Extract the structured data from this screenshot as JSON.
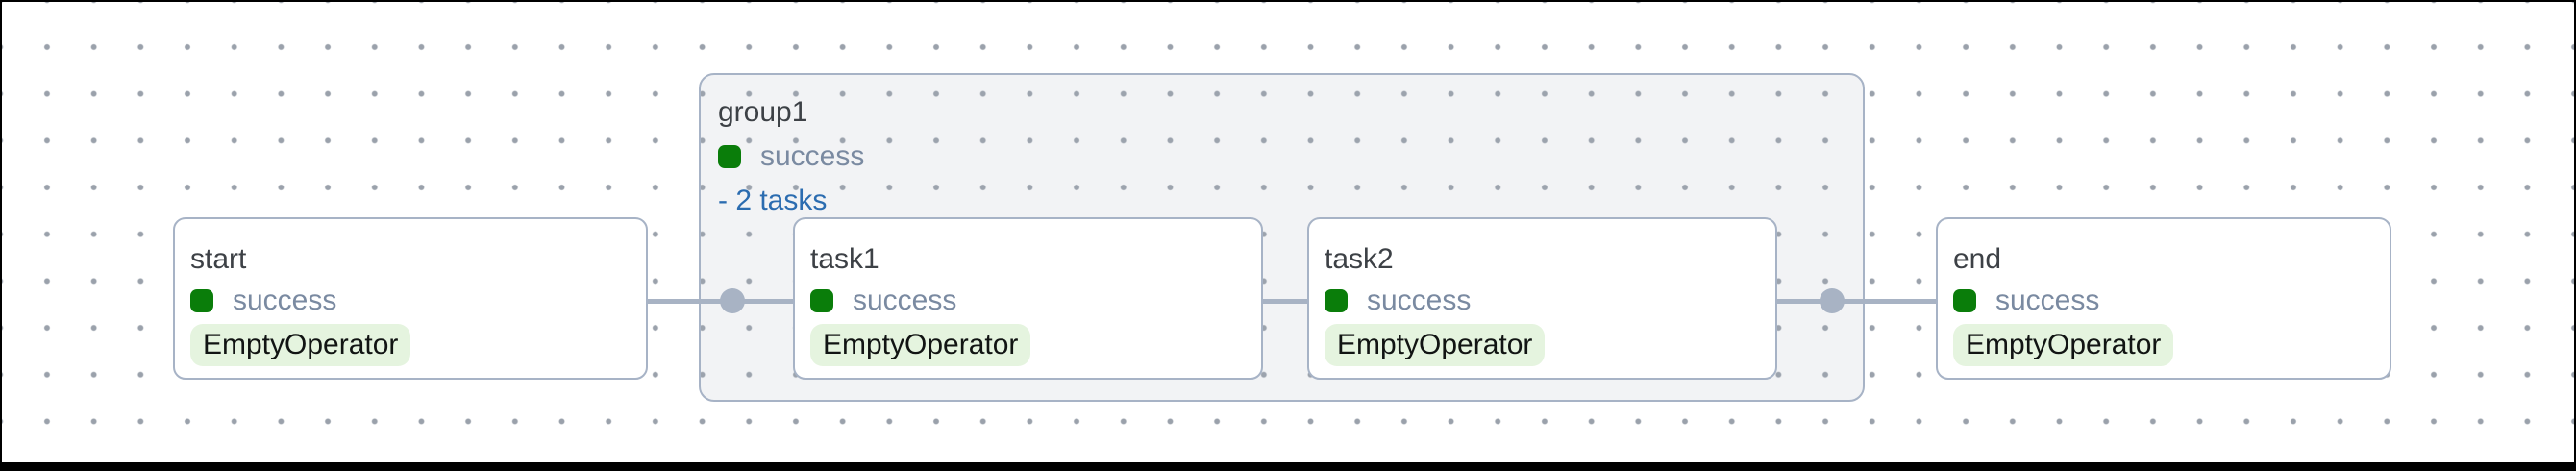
{
  "colors": {
    "node_border": "#a7b3c6",
    "edge_gray": "#a8b3c4",
    "grid_dot": "#9aa1ab",
    "success_green": "#0a7d0a",
    "status_text": "#7a8aa1",
    "title_text": "#3d4146",
    "link_blue": "#2b6cb0",
    "operator_badge_bg": "#e5f4df",
    "operator_badge_text": "#111413",
    "group_fill": "#f0f1f3"
  },
  "group": {
    "title": "group1",
    "state": "success",
    "collapse_label": "- 2 tasks"
  },
  "nodes": [
    {
      "id": "start",
      "title": "start",
      "state": "success",
      "operator": "EmptyOperator"
    },
    {
      "id": "task1",
      "title": "task1",
      "state": "success",
      "operator": "EmptyOperator"
    },
    {
      "id": "task2",
      "title": "task2",
      "state": "success",
      "operator": "EmptyOperator"
    },
    {
      "id": "end",
      "title": "end",
      "state": "success",
      "operator": "EmptyOperator"
    }
  ]
}
